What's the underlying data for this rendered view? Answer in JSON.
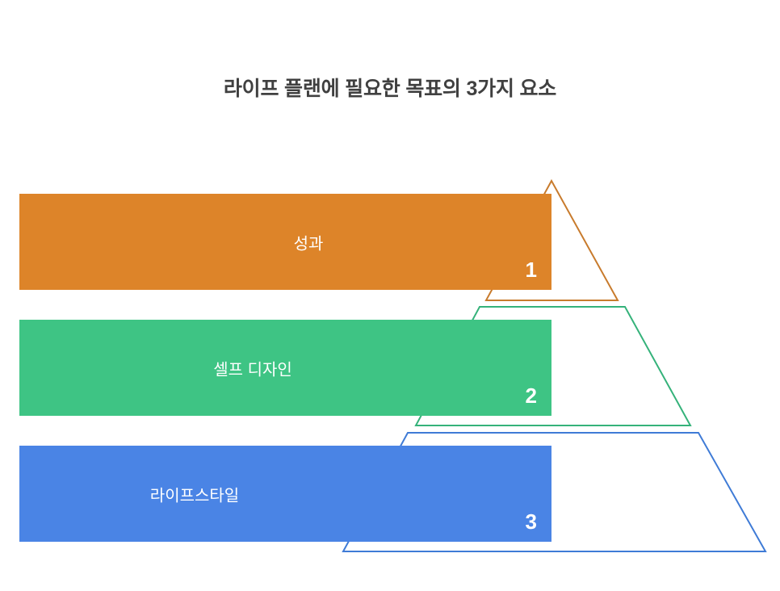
{
  "title": "라이프 플랜에 필요한 목표의 3가지 요소",
  "background_color": "#FFFFFF",
  "title_color": "#404040",
  "chart_data": {
    "type": "bar",
    "title": "라이프 플랜에 필요한 목표의 3가지 요소",
    "xlabel": "",
    "ylabel": "",
    "grid": false,
    "legend": "none",
    "orientation": "horizontal-pyramid",
    "categories": [
      "성과",
      "셀프 디자인",
      "라이프스타일"
    ],
    "values": [
      1,
      2,
      3
    ],
    "colors": [
      "#DD8429",
      "#3EC484",
      "#4A84E5"
    ],
    "annotations": [
      "1",
      "2",
      "3"
    ]
  },
  "levels": [
    {
      "rank": "1",
      "label": "성과",
      "color": "#DD8429",
      "outline_color": "#C87B2D"
    },
    {
      "rank": "2",
      "label": "셀프 디자인",
      "color": "#3EC484",
      "outline_color": "#35B27A"
    },
    {
      "rank": "3",
      "label": "라이프스타일",
      "color": "#4A84E5",
      "outline_color": "#3F7BD6"
    }
  ]
}
